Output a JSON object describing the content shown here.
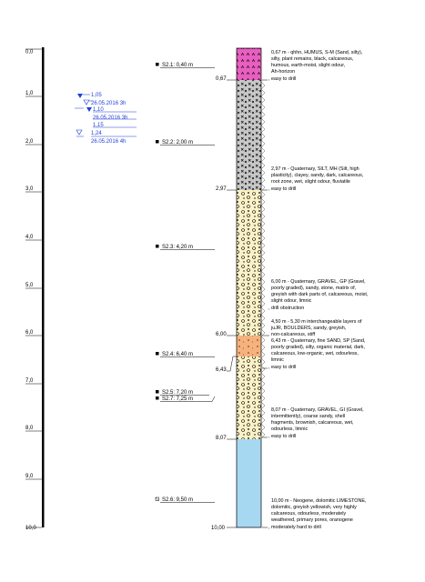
{
  "depth_scale": {
    "ticks": [
      "0,0",
      "1,0",
      "2,0",
      "3,0",
      "4,0",
      "5,0",
      "6,0",
      "7,0",
      "8,0",
      "9,0",
      "10,0"
    ]
  },
  "water_levels": [
    {
      "depth": "1,05",
      "date": "26.05.2016  3h"
    },
    {
      "depth": "1,10",
      "date": "26.05.2016  3h"
    },
    {
      "depth": "1,15",
      "date": ""
    },
    {
      "depth": "1,24",
      "date": "26.05.2016  4h"
    }
  ],
  "samples": [
    {
      "label": "S2.1: 0,40 m"
    },
    {
      "label": "S2.2: 2,00 m"
    },
    {
      "label": "S2.3: 4,20 m"
    },
    {
      "label": "S2.4: 6,40 m"
    },
    {
      "label": "S2.5: 7,20 m"
    },
    {
      "label": "S2.7: 7,25 m"
    },
    {
      "label": "S2.6: 9,50 m"
    }
  ],
  "boundaries": [
    "0,67",
    "2,97",
    "6,00",
    "6,43",
    "8,07",
    "10,00"
  ],
  "layer_colors": {
    "humus": "#e95fc0",
    "silt": "#c8c8c8",
    "gravel": "#fbf1c6",
    "sand": "#f5b27d",
    "limestone": "#a6d8f2"
  },
  "descriptions": [
    {
      "lines": [
        "0,67 m - qhhn, HUMUS, S-M (Sand, silty),",
        "silty, plant remains, black, calcareous,",
        "humous, earth-moist, slight odour,",
        "Ah-horizon",
        ", easy to drill"
      ]
    },
    {
      "lines": [
        "2,97 m - Quaternary, SILT, MH (Silt, high",
        "plasticity), clayey, sandy, dark, calcareous,",
        "root zone, wet, slight odour, fluviatile",
        ", easy to drill"
      ]
    },
    {
      "lines": [
        "6,00 m - Quaternary, GRAVEL, GP (Gravel,",
        "poorly graded), sandy, stone, matrix of,",
        "greyish with dark parts of, calcareous, moist,",
        "slight odour, limnic",
        ", drill obstruction"
      ]
    },
    {
      "lines": [
        "4,50 m - 5,30 m interchangeable layers of",
        "juJR, BOULDERS, sandy, greyish,",
        "non-calcareous, stiff"
      ]
    },
    {
      "lines": [
        "6,43 m - Quaternary, fine SAND, SP (Sand,",
        "poorly graded), silty, organic material, dark,",
        "calcareous, low-organic, wet, odourless,",
        "limnic",
        ", easy to drill"
      ]
    },
    {
      "lines": [
        "8,07 m - Quaternary, GRAVEL, GI (Gravel,",
        "intermittently), coarse sandy, shell",
        "fragments, brownish, calcareous, wet,",
        "odourless, limnic",
        ", easy to drill"
      ]
    },
    {
      "lines": [
        "10,00 m - Neogene, dolomitic LIMESTONE,",
        "dolomitic, greyish yellowish, very highly",
        "calcareous, odourless, moderately",
        "weathered, primary pores, oranogene",
        ", moderately hard to drill"
      ]
    }
  ]
}
